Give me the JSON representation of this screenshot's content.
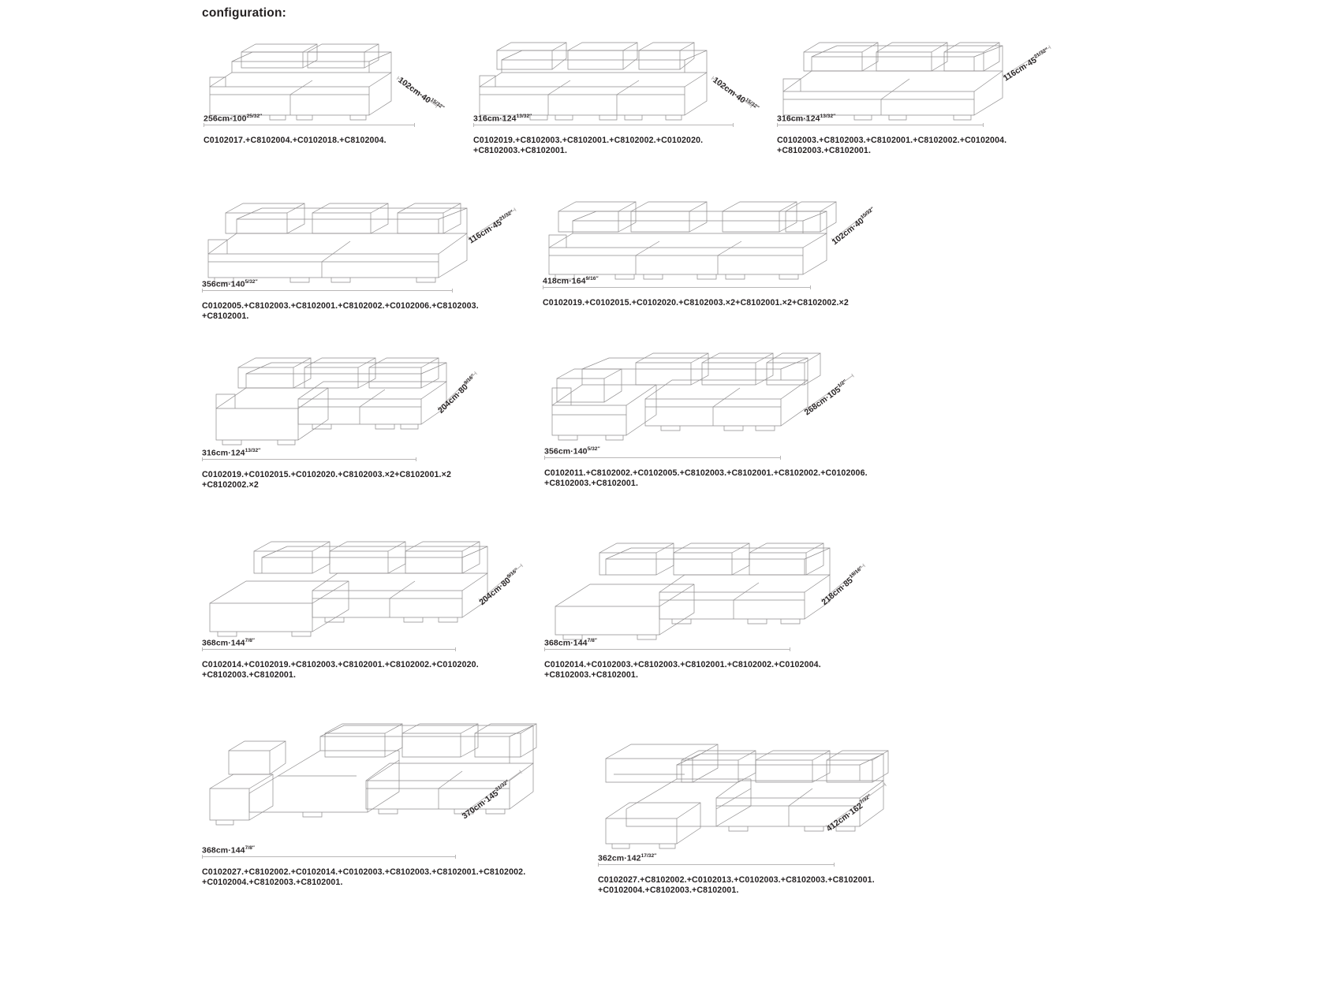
{
  "page": {
    "title": "configuration:"
  },
  "configurations": [
    {
      "id": "cfg-1",
      "width_label": "256cm·100",
      "width_frac": "25/32″",
      "depth_label": "102cm·40",
      "depth_frac": "15/32″",
      "codes": [
        "C0102017.+C8102004.+C0102018.+C8102004."
      ]
    },
    {
      "id": "cfg-2",
      "width_label": "316cm·124",
      "width_frac": "13/32″",
      "depth_label": "102cm·40",
      "depth_frac": "15/32″",
      "codes": [
        "C0102019.+C8102003.+C8102001.+C8102002.+C0102020.",
        "+C8102003.+C8102001."
      ]
    },
    {
      "id": "cfg-3",
      "width_label": "316cm·124",
      "width_frac": "13/32″",
      "depth_label": "116cm·45",
      "depth_frac": "21/32″",
      "codes": [
        "C0102003.+C8102003.+C8102001.+C8102002.+C0102004.",
        "+C8102003.+C8102001."
      ]
    },
    {
      "id": "cfg-4",
      "width_label": "356cm·140",
      "width_frac": "5/32″",
      "depth_label": "116cm·45",
      "depth_frac": "21/32″",
      "codes": [
        "C0102005.+C8102003.+C8102001.+C8102002.+C0102006.+C8102003.",
        "+C8102001."
      ]
    },
    {
      "id": "cfg-5",
      "width_label": "418cm·164",
      "width_frac": "9/16″",
      "depth_label": "102cm·40",
      "depth_frac": "15/32″",
      "codes": [
        "C0102019.+C0102015.+C0102020.+C8102003.×2+C8102001.×2+C8102002.×2"
      ]
    },
    {
      "id": "cfg-6",
      "width_label": "316cm·124",
      "width_frac": "13/32″",
      "depth_label": "204cm·80",
      "depth_frac": "9/16″",
      "codes": [
        "C0102019.+C0102015.+C0102020.+C8102003.×2+C8102001.×2",
        "+C8102002.×2"
      ]
    },
    {
      "id": "cfg-7",
      "width_label": "356cm·140",
      "width_frac": "5/32″",
      "depth_label": "268cm·105",
      "depth_frac": "1/2″",
      "codes": [
        "C0102011.+C8102002.+C0102005.+C8102003.+C8102001.+C8102002.+C0102006.",
        "+C8102003.+C8102001."
      ]
    },
    {
      "id": "cfg-8",
      "width_label": "368cm·144",
      "width_frac": "7/8″",
      "depth_label": "204cm·80",
      "depth_frac": "9/16″",
      "codes": [
        "C0102014.+C0102019.+C8102003.+C8102001.+C8102002.+C0102020.",
        "+C8102003.+C8102001."
      ]
    },
    {
      "id": "cfg-9",
      "width_label": "368cm·144",
      "width_frac": "7/8″",
      "depth_label": "218cm·85",
      "depth_frac": "19/16″",
      "codes": [
        "C0102014.+C0102003.+C8102003.+C8102001.+C8102002.+C0102004.",
        "+C8102003.+C8102001."
      ]
    },
    {
      "id": "cfg-10",
      "width_label": "368cm·144",
      "width_frac": "7/8″",
      "depth_label": "370cm·145",
      "depth_frac": "21/32″",
      "codes": [
        "C0102027.+C8102002.+C0102014.+C0102003.+C8102003.+C8102001.+C8102002.",
        "+C0102004.+C8102003.+C8102001."
      ]
    },
    {
      "id": "cfg-11",
      "width_label": "362cm·142",
      "width_frac": "17/32″",
      "depth_label": "412cm·162",
      "depth_frac": "7/32″",
      "codes": [
        "C0102027.+C8102002.+C0102013.+C0102003.+C8102003.+C8102001.",
        "+C0102004.+C8102003.+C8102001."
      ]
    }
  ]
}
